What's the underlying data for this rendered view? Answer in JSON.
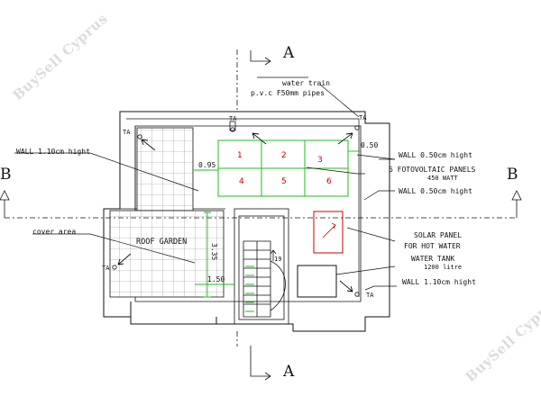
{
  "labels": {
    "water_train": "water train",
    "pvc_pipes": "p.v.c F50mm pipes",
    "wall_110_top": "WALL 1.10cm hight",
    "wall_050_top": "WALL 0.50cm hight",
    "fotovoltaic_panels": "6 FOTOVOLTAIC PANELS",
    "watt": "450 WATT",
    "wall_050_mid": "WALL 0.50cm hight",
    "cover_area": "cover area",
    "roof_garden": "ROOF GARDEN",
    "solar_panel": "SOLAR PANEL",
    "for_hot_water": "FOR HOT WATER",
    "water_tank": "WATER TANK",
    "litre": "1200 litre",
    "wall_110_bottom": "WALL 1.10cm hight"
  },
  "sections": {
    "a_top": "A",
    "a_bottom": "A",
    "b_left": "B",
    "b_right": "B"
  },
  "dims": {
    "d095": "0.95",
    "d050": "0.50",
    "d335": "3.35",
    "d150": "1.50",
    "d19": "19"
  },
  "drains": {
    "ta_1": "TA",
    "ta_2": "TA",
    "ta_3": "TA",
    "ta_4": "TA",
    "ta_5": "TA"
  },
  "panels": [
    "1",
    "2",
    "3",
    "4",
    "5",
    "6"
  ],
  "watermarks": {
    "top_left": "BuySell Cyprus",
    "bottom_right": "BuySell Cyprus"
  },
  "colors": {
    "line": "#111111",
    "panel_outline": "#22bb22",
    "panel_number": "#cc0000",
    "solar_panel": "#cc0000",
    "watermark": "#dcdcdc"
  }
}
